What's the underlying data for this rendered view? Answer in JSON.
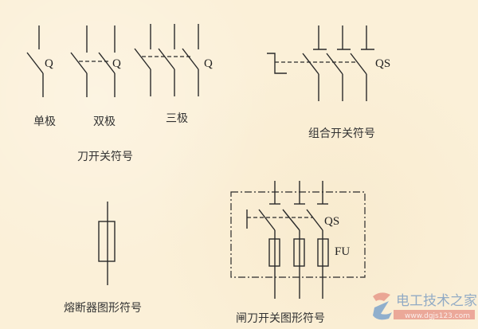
{
  "diagram": {
    "background_color": "#fbf0d8",
    "line_color": "#2a2a2a",
    "knife_switch": {
      "group_caption": "刀开关符号",
      "single_pole": {
        "caption": "单极",
        "designator": "Q"
      },
      "double_pole": {
        "caption": "双极",
        "designator": "Q"
      },
      "triple_pole": {
        "caption": "三极",
        "designator": "Q"
      }
    },
    "combination_switch": {
      "caption": "组合开关符号",
      "designator": "QS"
    },
    "fuse": {
      "caption": "熔断器图形符号"
    },
    "fused_knife_switch": {
      "caption": "闸刀开关图形符号",
      "switch_designator": "QS",
      "fuse_designator": "FU"
    }
  },
  "watermark": {
    "site_name": "电工技术之家",
    "url": "www.dgjs123.com",
    "accent_color": "#3d74b8",
    "bar_color": "#d9534f"
  }
}
